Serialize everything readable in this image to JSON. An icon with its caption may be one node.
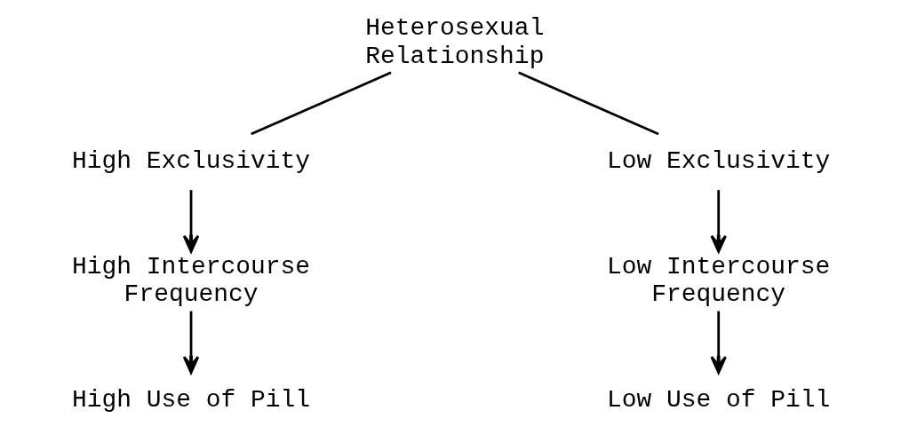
{
  "diagram": {
    "nodes": [
      {
        "text": [
          "Heterosexual Relationship"
        ]
      },
      {
        "text": [
          "High Exclusivity"
        ]
      },
      {
        "text": [
          "Low Exclusivity"
        ]
      },
      {
        "text": [
          "High Intercourse Frequency"
        ]
      },
      {
        "text": [
          "Low Intercourse Frequency"
        ]
      },
      {
        "text": [
          "High Use of Pill"
        ]
      },
      {
        "text": [
          "Low Use of Pill"
        ]
      }
    ],
    "edges": [
      {
        "from": 0,
        "to": 1,
        "arrow": "none"
      },
      {
        "from": 0,
        "to": 2,
        "arrow": "none"
      },
      {
        "from": 1,
        "to": 3,
        "arrow": "to"
      },
      {
        "from": 3,
        "to": 5,
        "arrow": "to"
      },
      {
        "from": 2,
        "to": 4,
        "arrow": "to"
      },
      {
        "from": 4,
        "to": 6,
        "arrow": "to"
      }
    ]
  }
}
